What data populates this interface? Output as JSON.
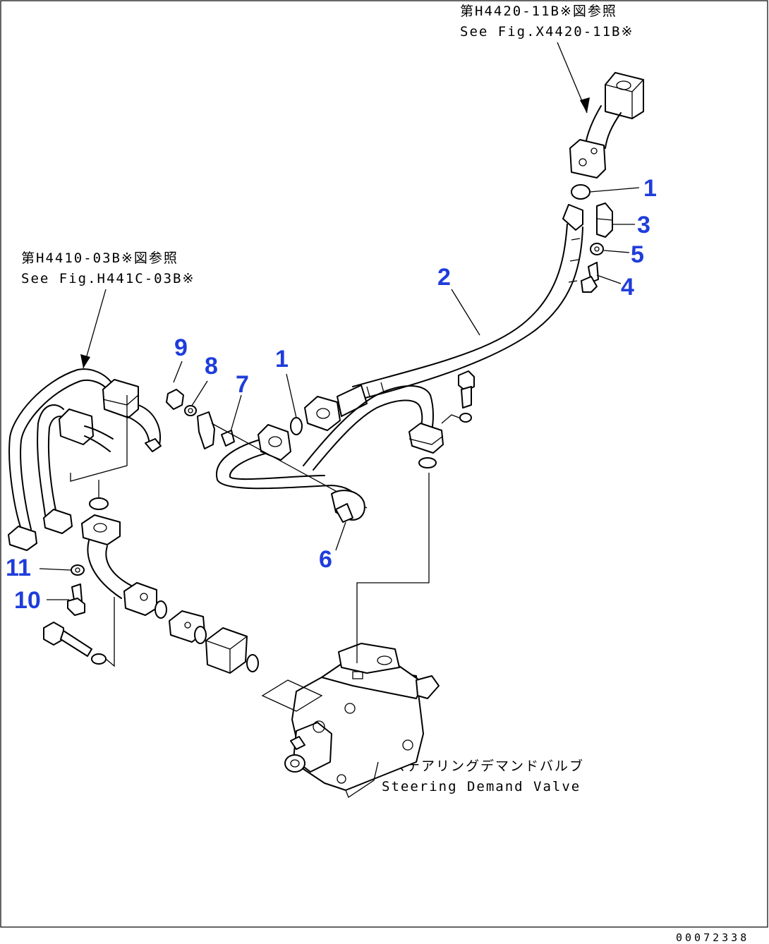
{
  "notes": {
    "top_right_jp": "第H4420-11B※図参照",
    "top_right_en": "See Fig.X4420-11B※",
    "left_jp": "第H4410-03B※図参照",
    "left_en": "See Fig.H441C-03B※",
    "valve_jp": "ステアリングデマンドバルブ",
    "valve_en": "Steering Demand Valve"
  },
  "callouts": [
    {
      "id": "c1a",
      "label": "1"
    },
    {
      "id": "c3",
      "label": "3"
    },
    {
      "id": "c5",
      "label": "5"
    },
    {
      "id": "c4",
      "label": "4"
    },
    {
      "id": "c2",
      "label": "2"
    },
    {
      "id": "c1b",
      "label": "1"
    },
    {
      "id": "c9",
      "label": "9"
    },
    {
      "id": "c8",
      "label": "8"
    },
    {
      "id": "c7",
      "label": "7"
    },
    {
      "id": "c6",
      "label": "6"
    },
    {
      "id": "c11",
      "label": "11"
    },
    {
      "id": "c10",
      "label": "10"
    }
  ],
  "drawing_number": "00072338",
  "colors": {
    "callout": "#1f3ddb",
    "line": "#000000",
    "background": "#ffffff"
  }
}
